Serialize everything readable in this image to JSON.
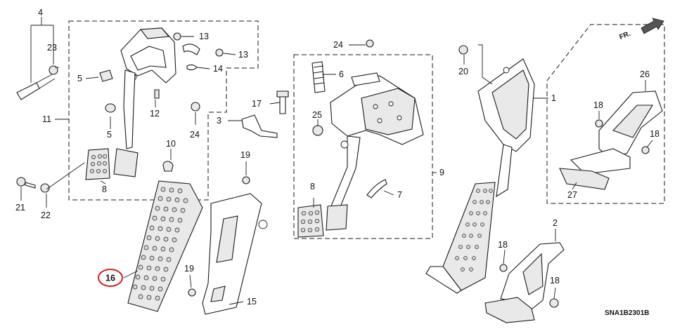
{
  "labels": {
    "p1": "1",
    "p2": "2",
    "p3": "3",
    "p4": "4",
    "p5a": "5",
    "p5b": "5",
    "p6": "6",
    "p7": "7",
    "p8a": "8",
    "p8b": "8",
    "p9": "9",
    "p10": "10",
    "p11": "11",
    "p12": "12",
    "p13a": "13",
    "p13b": "13",
    "p14": "14",
    "p15": "15",
    "p16": "16",
    "p17": "17",
    "p18a": "18",
    "p18b": "18",
    "p18c": "18",
    "p18d": "18",
    "p19a": "19",
    "p19b": "19",
    "p20": "20",
    "p21": "21",
    "p22": "22",
    "p23": "23",
    "p24a": "24",
    "p24b": "24",
    "p25": "25",
    "p26": "26",
    "p27": "27"
  },
  "direction_marker": "FR.",
  "diagram_code": "SNA1B2301B",
  "highlight": {
    "part": "16",
    "color": "#d91c1c"
  }
}
